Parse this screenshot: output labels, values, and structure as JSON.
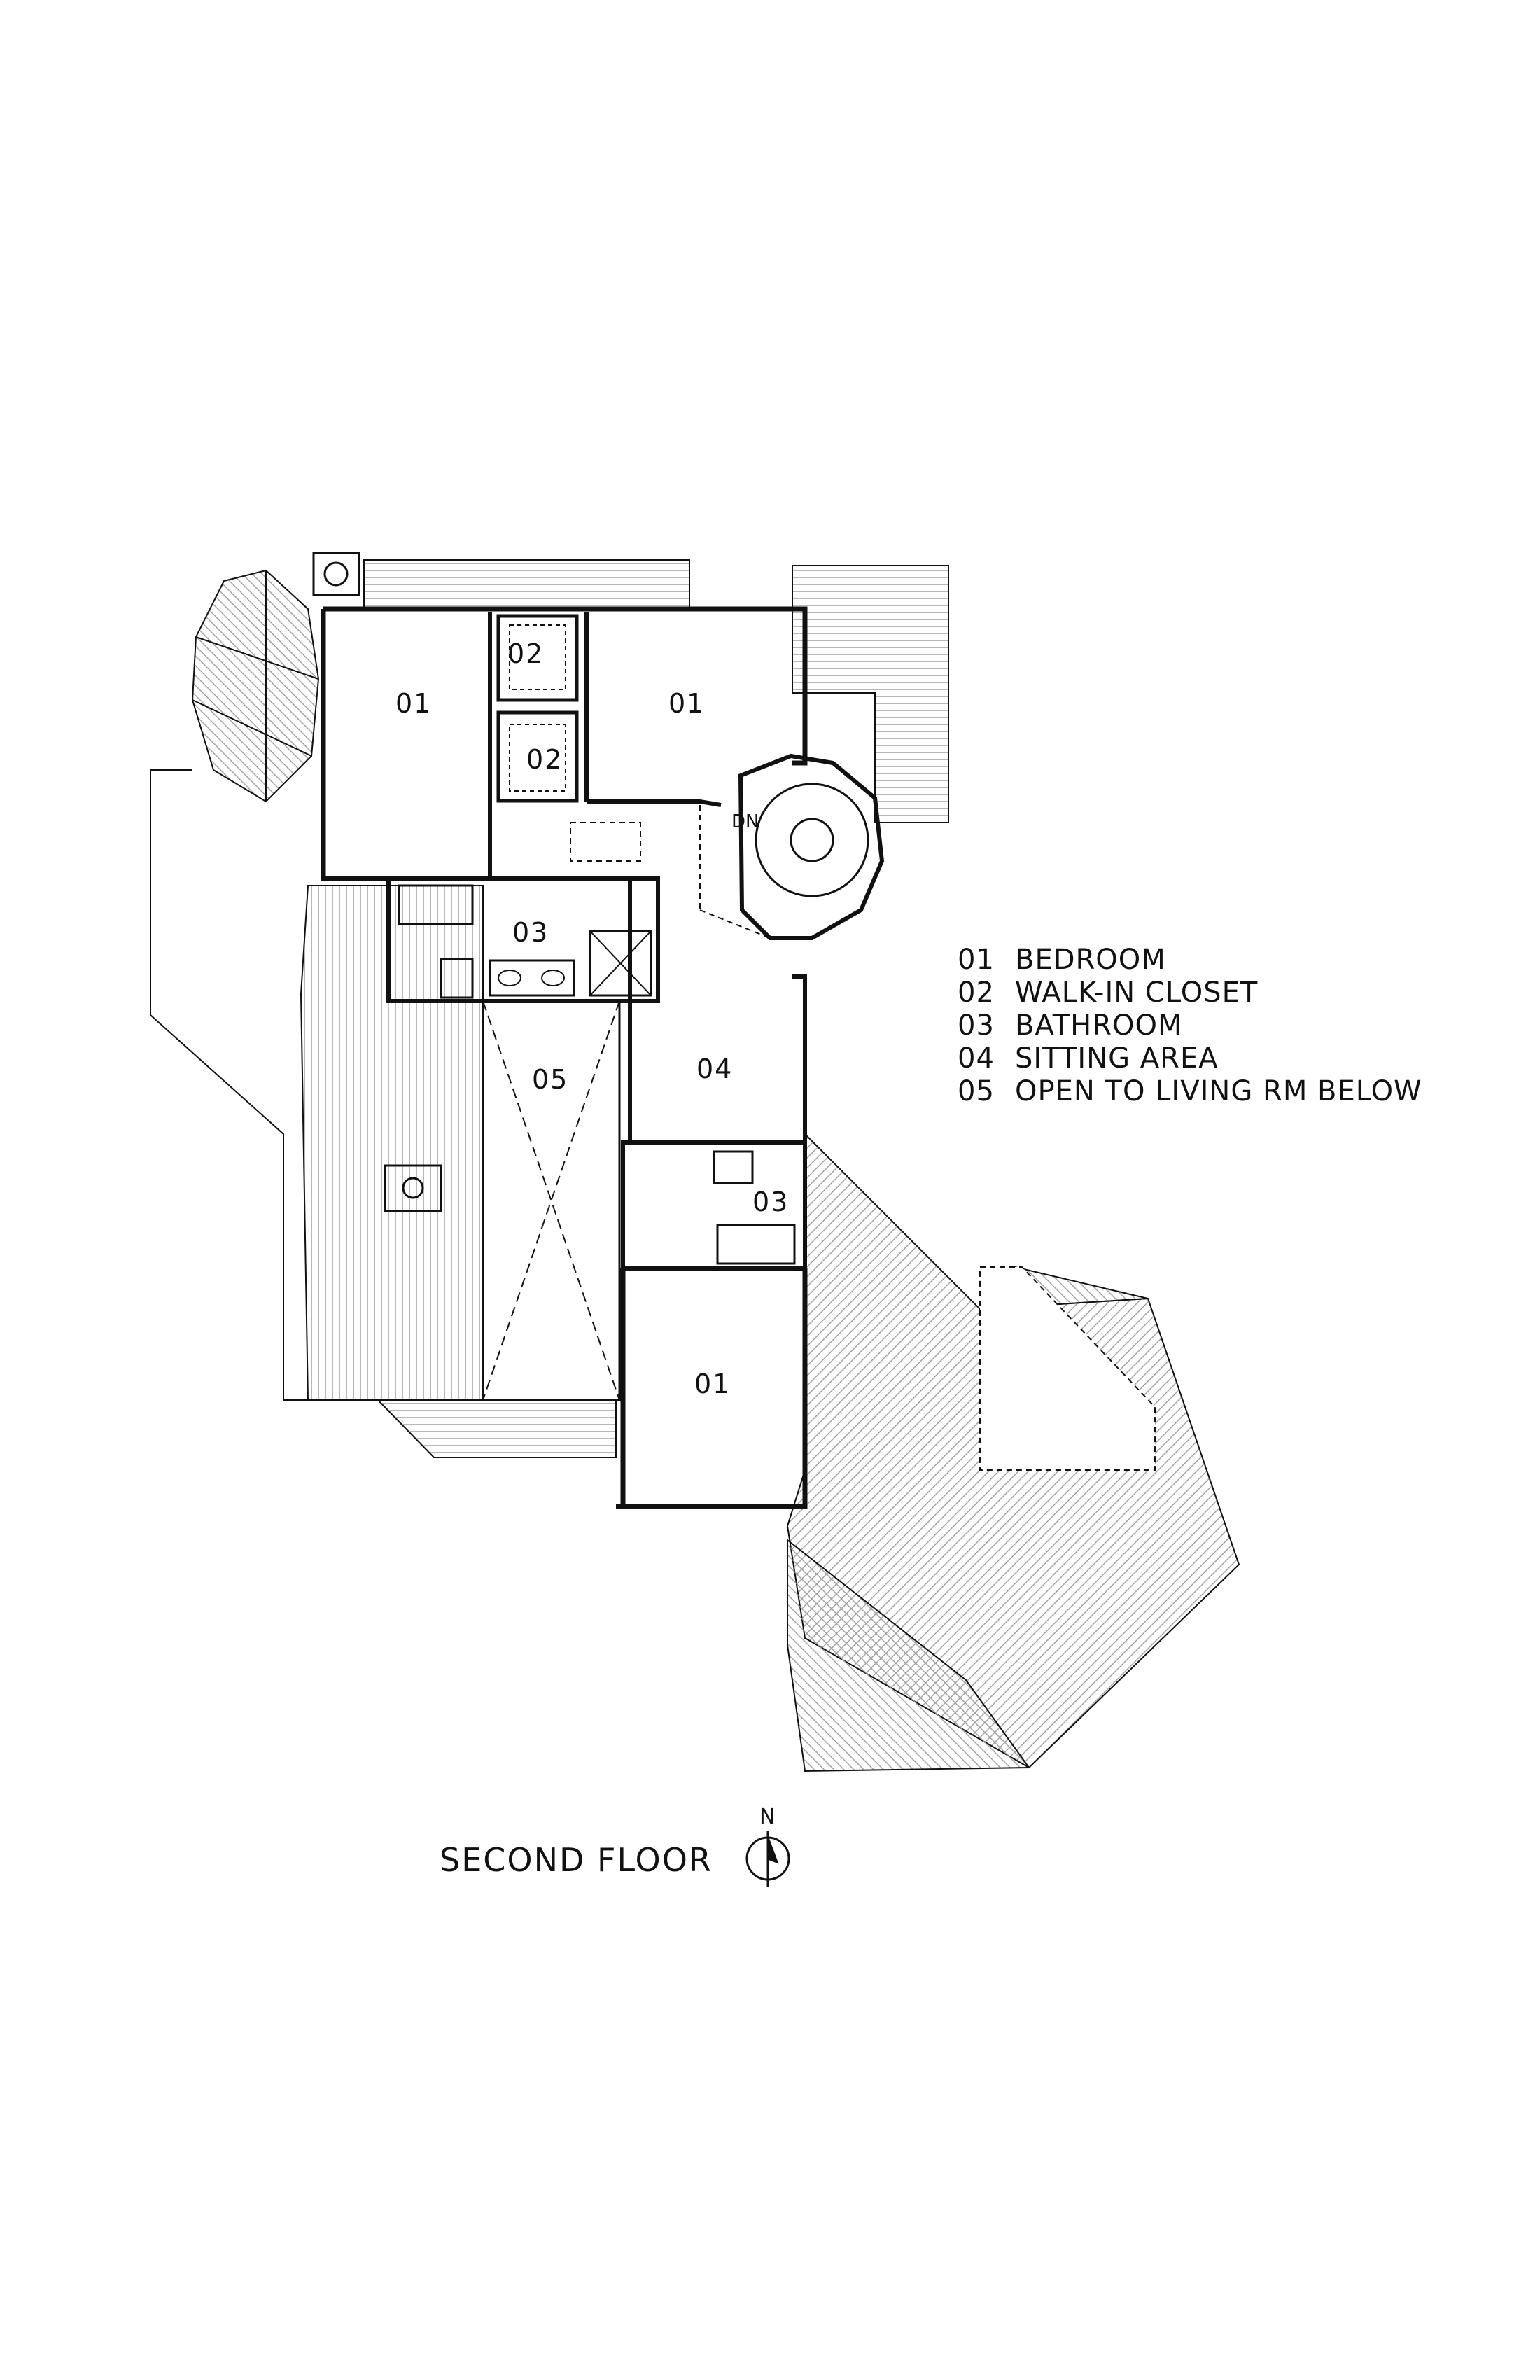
{
  "plan": {
    "room_labels": {
      "bedroom_nw": "01",
      "closet_upper": "02",
      "closet_lower": "02",
      "bedroom_ne": "01",
      "bath_upper": "03",
      "open_below": "05",
      "sitting": "04",
      "bath_lower": "03",
      "bedroom_s": "01",
      "stair_dn": "DN"
    },
    "legend": [
      {
        "code": "01",
        "label": "BEDROOM"
      },
      {
        "code": "02",
        "label": "WALK-IN CLOSET"
      },
      {
        "code": "03",
        "label": "BATHROOM"
      },
      {
        "code": "04",
        "label": "SITTING AREA"
      },
      {
        "code": "05",
        "label": "OPEN TO LIVING RM BELOW"
      }
    ],
    "title": "SECOND FLOOR",
    "north_label": "N"
  },
  "colors": {
    "line": "#111111",
    "roof_hatch": "#9a9a9a"
  }
}
